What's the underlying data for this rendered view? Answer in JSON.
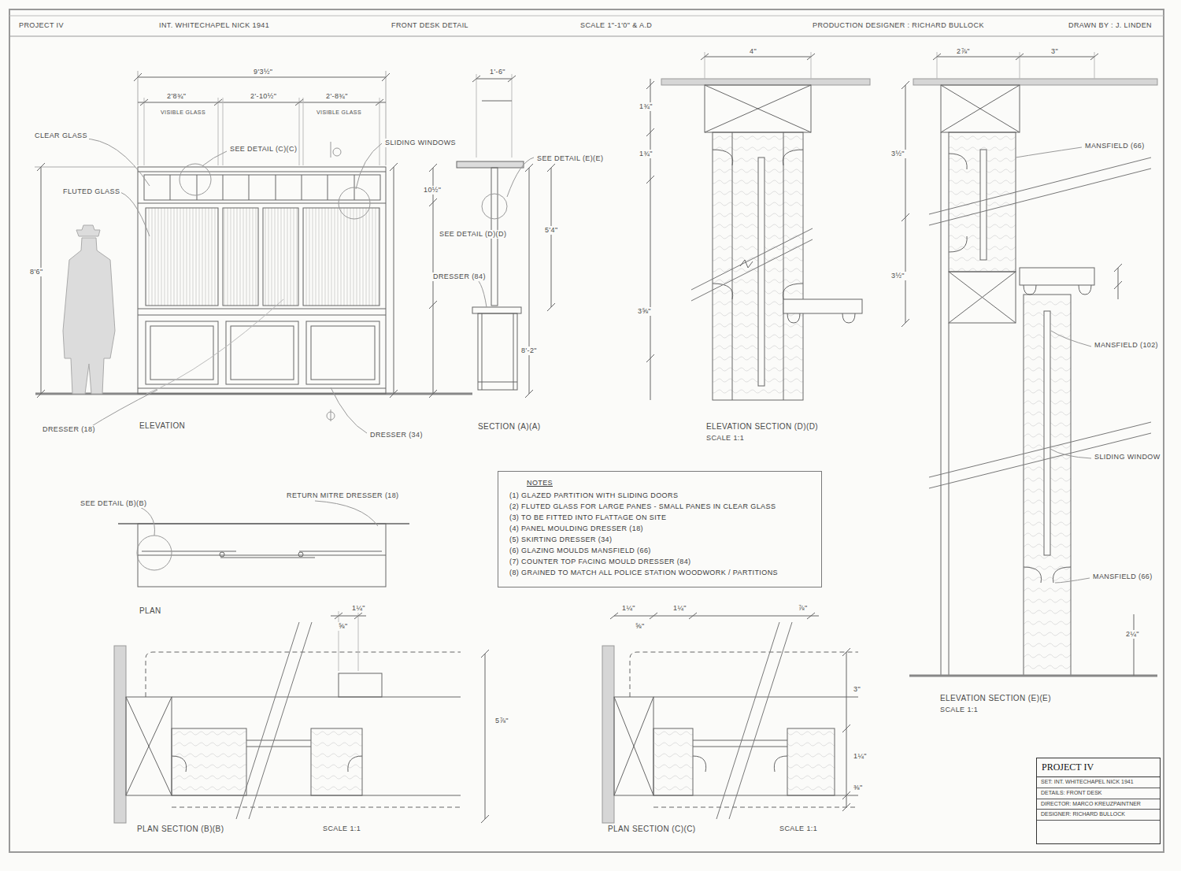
{
  "diagram": {
    "nodes": [
      {
        "text": [
          "NOTES",
          "(1) GLAZED PARTITION WITH SLIDING DOORS",
          "(2) FLUTED GLASS FOR LARGE PANES - SMALL PANES IN CLEAR GLASS",
          "(3) TO BE FITTED INTO FLATTAGE ON SITE",
          "(4) PANEL MOULDING DRESSER (18)",
          "(5) SKIRTING DRESSER (34)",
          "(6) GLAZING MOULDS MANSFIELD (66)",
          "(7) COUNTER TOP FACING MOULD DRESSER (84)",
          "(8) GRAINED TO MATCH ALL POLICE STATION WOODWORK / PARTITIONS"
        ]
      },
      {
        "text": [
          "PROJECT IV",
          "SET: INT. WHITECHAPEL NICK 1941",
          "DETAILS: FRONT DESK",
          "DIRECTOR: MARCO KREUZPAINTNER",
          "DESIGNER: RICHARD BULLOCK"
        ]
      }
    ],
    "labels": [
      "PROJECT IV",
      "INT. WHITECHAPEL NICK 1941",
      "FRONT DESK DETAIL",
      "SCALE 1\"-1'0\" & A.D",
      "PRODUCTION DESIGNER : RICHARD BULLOCK",
      "DRAWN BY : J. LINDEN",
      "9'3½\"",
      "2'8¾\"",
      "VISIBLE GLASS",
      "2'-10½\"",
      "2'-8¾\"",
      "VISIBLE GLASS",
      "CLEAR GLASS",
      "FLUTED GLASS",
      "SEE DETAIL (C)(C)",
      "SLIDING WINDOWS",
      "8'6\"",
      "DRESSER (18)",
      "ELEVATION",
      "DRESSER (34)",
      "1'-6\"",
      "SEE DETAIL (E)(E)",
      "10½\"",
      "5'4\"",
      "SEE DETAIL (D)(D)",
      "DRESSER (84)",
      "8'-2\"",
      "SECTION (A)(A)",
      "4\"",
      "1¾\"",
      "1¾\"",
      "3⅝\"",
      "ELEVATION SECTION (D)(D)",
      "SCALE 1:1",
      "2⅞\"",
      "3\"",
      "3½\"",
      "MANSFIELD (66)",
      "3½\"",
      "MANSFIELD (102)",
      "SLIDING WINDOW",
      "MANSFIELD (66)",
      "2¼\"",
      "ELEVATION SECTION (E)(E)",
      "SCALE 1:1",
      "SEE DETAIL (B)(B)",
      "RETURN MITRE DRESSER (18)",
      "PLAN",
      "1¼\"",
      "⅝\"",
      "5⅞\"",
      "PLAN SECTION (B)(B)",
      "SCALE 1:1",
      "1¼\"",
      "⅝\"",
      "1¼\"",
      "⅞\"",
      "3\"",
      "1¼\"",
      "⅜\"",
      "PLAN SECTION (C)(C)",
      "SCALE 1:1"
    ]
  }
}
